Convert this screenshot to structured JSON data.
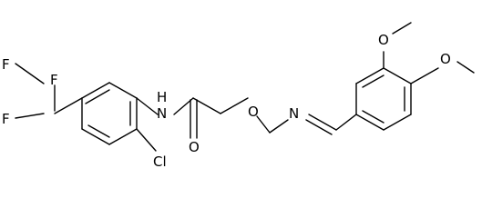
{
  "structure": {
    "atoms": {
      "F1": "F",
      "F2": "F",
      "F3": "F",
      "NH": "N",
      "H": "H",
      "O_carbonyl": "O",
      "Cl": "Cl",
      "O_ether": "O",
      "N_oxime": "N",
      "O_methoxy_top": "O",
      "O_methoxy_right": "O"
    }
  }
}
